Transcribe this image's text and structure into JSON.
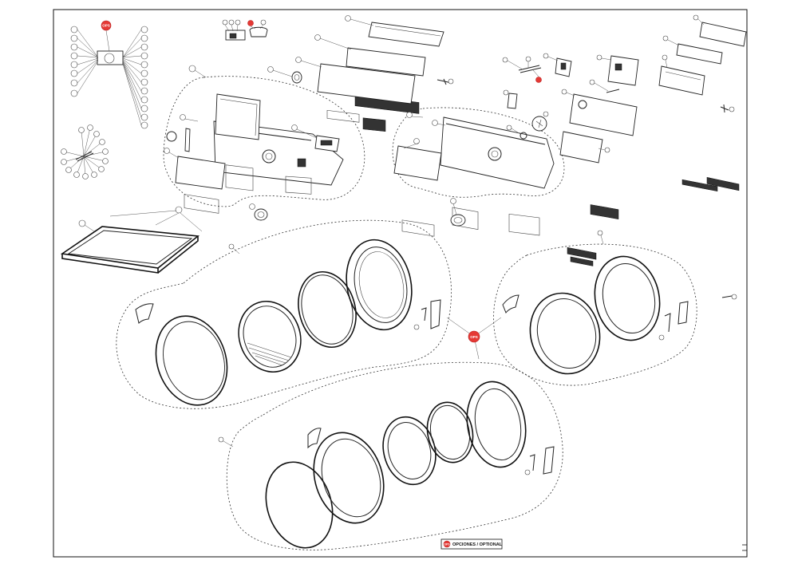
{
  "diagram": {
    "legend": {
      "badge": "OPS",
      "label": "OPCIONES / OPTIONAL"
    },
    "optional_badge": "OPS",
    "colors": {
      "line": "#222222",
      "optional_marker": "#e53935",
      "background": "#ffffff"
    }
  }
}
